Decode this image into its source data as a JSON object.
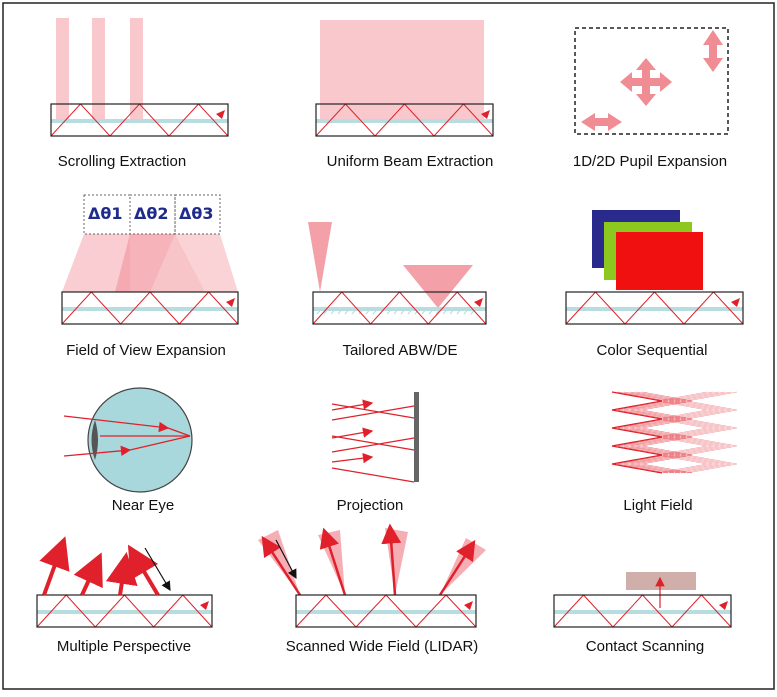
{
  "figure": {
    "panels": [
      {
        "caption": "Scrolling Extraction"
      },
      {
        "caption": "Uniform Beam Extraction"
      },
      {
        "caption": "1D/2D Pupil Expansion"
      },
      {
        "caption": "Field of View Expansion"
      },
      {
        "caption": "Tailored ABW/DE"
      },
      {
        "caption": "Color Sequential"
      },
      {
        "caption": "Near Eye"
      },
      {
        "caption": "Projection"
      },
      {
        "caption": "Light Field"
      },
      {
        "caption": "Multiple Perspective"
      },
      {
        "caption": "Scanned Wide Field (LIDAR)"
      },
      {
        "caption": "Contact Scanning"
      }
    ],
    "angle_labels": [
      "Δθ1",
      "Δθ2",
      "Δθ3"
    ]
  },
  "colors": {
    "ray": "#e0202a",
    "beam": "#f8c8cc",
    "beam_dark": "#f4a0a8",
    "waveguide_stripe": "#b8dde0",
    "eye": "#a8d8dc",
    "blue": "#2a2a8c",
    "green": "#8cc820",
    "red": "#f01010"
  }
}
